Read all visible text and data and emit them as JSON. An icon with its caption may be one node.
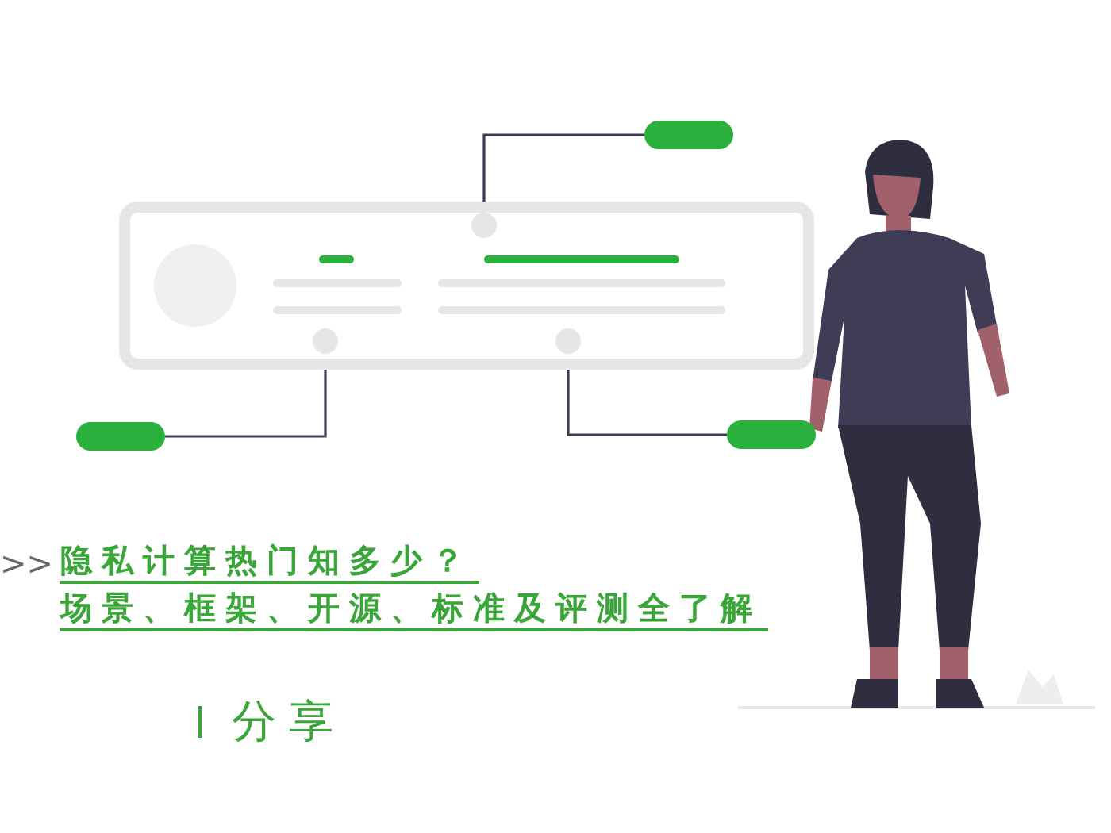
{
  "diagram": {
    "title": "隐私计算热门知多少？",
    "nodes": [
      {
        "text": [],
        "shape": "box"
      },
      {
        "text": [],
        "shape": "circle",
        "in": 0
      },
      {
        "text": [],
        "shape": "circle",
        "in": 0
      },
      {
        "text": [],
        "shape": "circle",
        "in": 0
      },
      {
        "text": [],
        "shape": "bar"
      },
      {
        "text": [],
        "shape": "bar"
      },
      {
        "text": [],
        "shape": "bar"
      }
    ],
    "edges": [
      {
        "from": 1,
        "to": 4,
        "arrow": "none"
      },
      {
        "from": 2,
        "to": 5,
        "arrow": "none"
      },
      {
        "from": 3,
        "to": 6,
        "arrow": "none"
      }
    ],
    "labels": [
      ">>",
      "场景、框架、开源、标准及评测全了解",
      "分享"
    ]
  }
}
